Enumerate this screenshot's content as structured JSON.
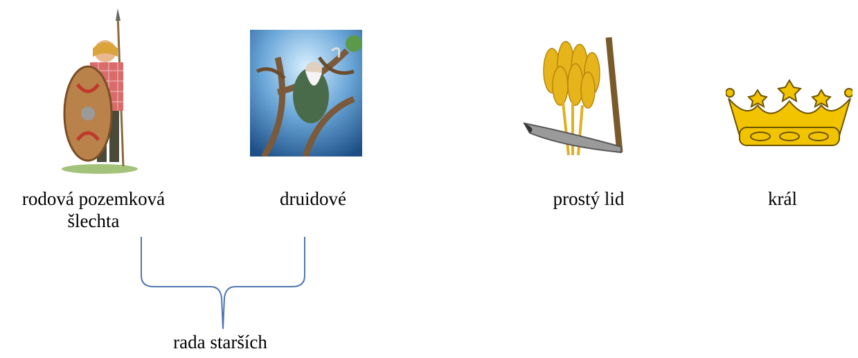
{
  "groups": {
    "noble": {
      "label_line1": "rodová pozemková",
      "label_line2": "šlechta",
      "icon": "celtic-warrior-with-spear-and-shield"
    },
    "druids": {
      "label": "druidové",
      "icon": "druid-in-tree-illustration"
    },
    "commoners": {
      "label": "prostý lid",
      "icon": "wheat-and-scythe"
    },
    "king": {
      "label": "král",
      "icon": "golden-crown"
    }
  },
  "brace": {
    "label": "rada starších"
  },
  "colors": {
    "brace": "#4f75b3",
    "gold": "#f2c400",
    "gold_dark": "#c79a00"
  }
}
